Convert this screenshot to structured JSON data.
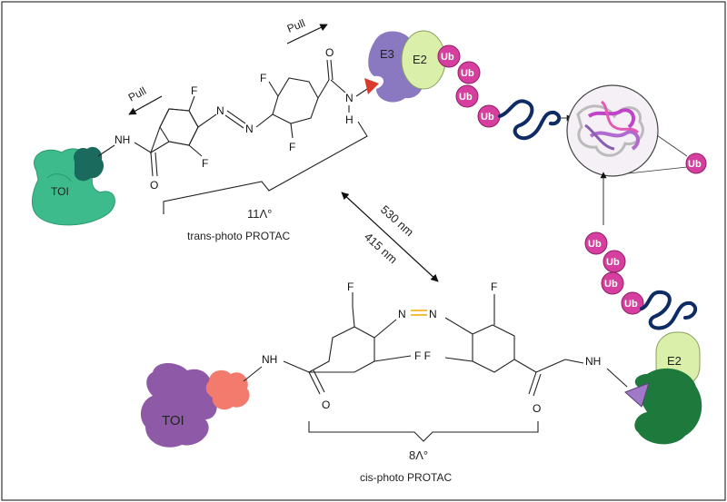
{
  "labels": {
    "pull_top": "Pull",
    "pull_left": "Pull",
    "e3": "E3",
    "e2_top": "E2",
    "e2_bottom": "E2",
    "toi_top": "TOI",
    "toi_bottom": "TOI",
    "ub": "Ub",
    "dist_trans": "11Λ°",
    "dist_cis": "8Λ°",
    "trans_caption": "trans-photo PROTAC",
    "cis_caption": "cis-photo PROTAC",
    "light_530": "530 nm",
    "light_415": "415 nm"
  },
  "atoms": {
    "F": "F",
    "N": "N",
    "O": "O",
    "H": "H",
    "NH": "NH",
    "FF": "F F"
  },
  "colors": {
    "toi_top": "#3dbb8c",
    "toi_bottom": "#8e5aa8",
    "e3": "#8a78c0",
    "e2": "#d9efaa",
    "ub": "#d63fa0",
    "chain": "#0e2b66",
    "warhead_top": "#1b6a5e",
    "warhead_bottom": "#f27b6e",
    "e3_bottom": "#1e7a3c",
    "ligand_triangle": "#d93a2c",
    "azo_double_bond": "#f2a900"
  }
}
